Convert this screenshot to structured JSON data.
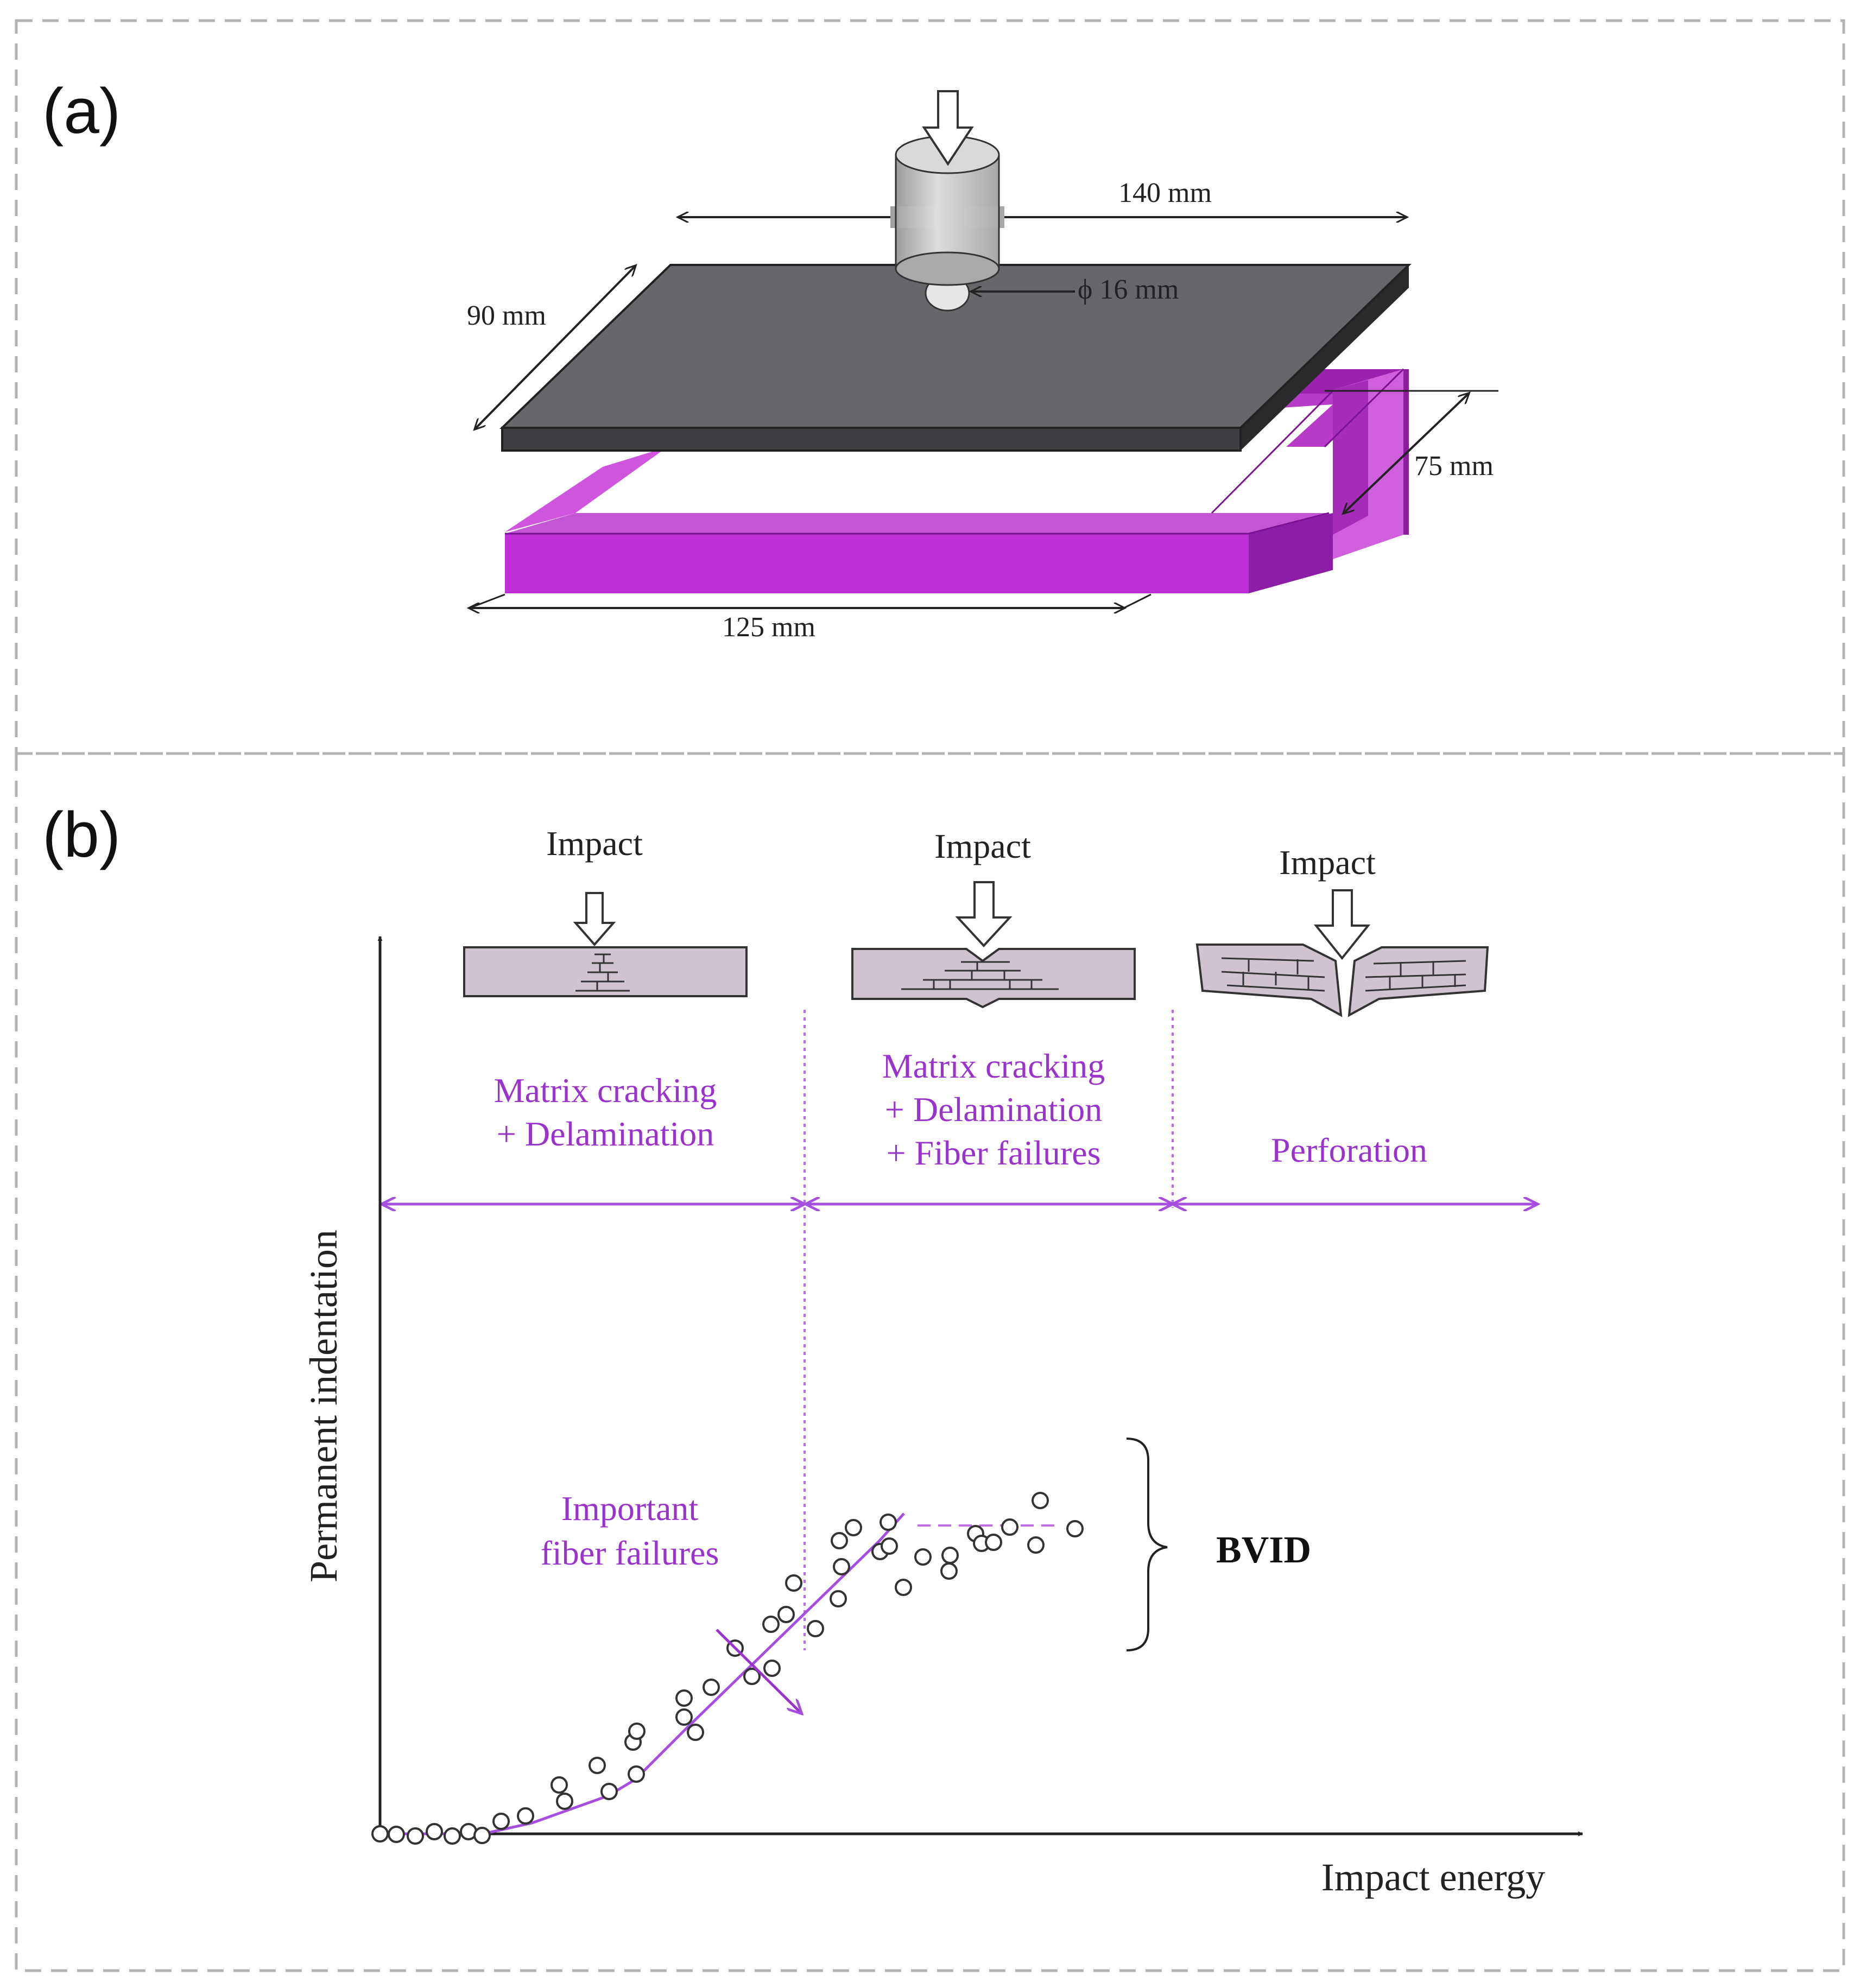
{
  "panel_a": {
    "label": "(a)",
    "dim_length": "140 mm",
    "dim_width": "90 mm",
    "dim_impactor": "ϕ 16 mm",
    "dim_support_width": "75 mm",
    "dim_support_length": "125 mm"
  },
  "panel_b": {
    "label": "(b)",
    "impact_labels": [
      "Impact",
      "Impact",
      "Impact"
    ],
    "regions": [
      {
        "lines": [
          "Matrix cracking",
          "+ Delamination"
        ]
      },
      {
        "lines": [
          "Matrix cracking",
          "+ Delamination",
          "+ Fiber failures"
        ]
      },
      {
        "lines": [
          "Perforation"
        ]
      }
    ],
    "annotation_fiber": [
      "Important",
      "fiber failures"
    ],
    "bvid_label": "BVID"
  },
  "chart_data": {
    "type": "scatter",
    "xlabel": "Impact energy",
    "ylabel": "Permanent indentation",
    "x_ticks": false,
    "y_ticks": false,
    "points": [
      [
        0,
        0
      ],
      [
        30,
        -1
      ],
      [
        65,
        -4
      ],
      [
        100,
        4
      ],
      [
        133,
        -4
      ],
      [
        163,
        4
      ],
      [
        188,
        -3
      ],
      [
        223,
        23
      ],
      [
        268,
        33
      ],
      [
        340,
        60
      ],
      [
        330,
        90
      ],
      [
        400,
        126
      ],
      [
        422,
        78
      ],
      [
        466,
        169
      ],
      [
        472,
        110
      ],
      [
        473,
        189
      ],
      [
        560,
        215
      ],
      [
        560,
        250
      ],
      [
        581,
        187
      ],
      [
        610,
        270
      ],
      [
        654,
        342
      ],
      [
        685,
        290
      ],
      [
        720,
        386
      ],
      [
        722,
        305
      ],
      [
        748,
        404
      ],
      [
        762,
        462
      ],
      [
        802,
        378
      ],
      [
        844,
        433
      ],
      [
        850,
        492
      ],
      [
        846,
        540
      ],
      [
        872,
        564
      ],
      [
        921,
        520
      ],
      [
        936,
        574
      ],
      [
        938,
        530
      ],
      [
        964,
        454
      ],
      [
        1000,
        510
      ],
      [
        1048,
        484
      ],
      [
        1050,
        513
      ],
      [
        1097,
        553
      ],
      [
        1108,
        535
      ],
      [
        1130,
        537
      ],
      [
        1160,
        565
      ],
      [
        1208,
        532
      ],
      [
        1216,
        614
      ],
      [
        1280,
        562
      ]
    ],
    "trend": [
      [
        0,
        0
      ],
      [
        190,
        0
      ],
      [
        280,
        20
      ],
      [
        420,
        70
      ],
      [
        470,
        100
      ],
      [
        560,
        190
      ],
      [
        920,
        540
      ],
      [
        965,
        590
      ]
    ],
    "plateau": [
      [
        990,
        568
      ],
      [
        1250,
        568
      ]
    ],
    "colors": {
      "trend": "#a64ee0",
      "annotation": "#9933cc",
      "support": "#c54bd6",
      "plate": "#67666b"
    }
  }
}
